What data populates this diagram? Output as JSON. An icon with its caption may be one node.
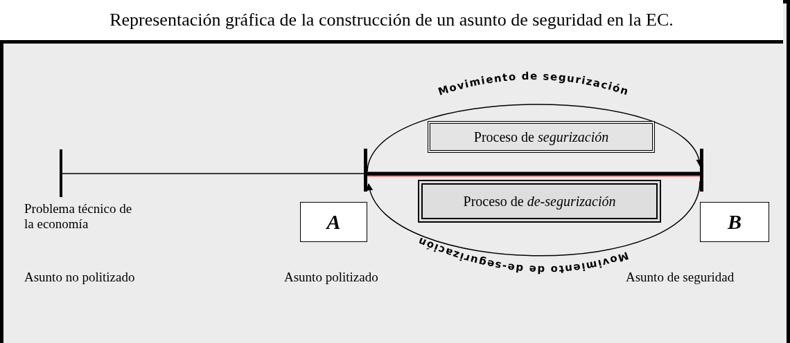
{
  "diagram": {
    "title": "Representación gráfica de la construcción de un asunto de seguridad en la EC.",
    "nodes": [
      {
        "text": [
          "Proceso de *segurización*"
        ]
      },
      {
        "text": [
          "Proceso de *de-segurización*"
        ]
      },
      {
        "text": [
          "A"
        ]
      },
      {
        "text": [
          "B"
        ]
      },
      {
        "text": [],
        "shape": "bar"
      },
      {
        "text": [],
        "shape": "bar"
      },
      {
        "text": [],
        "shape": "bar"
      }
    ],
    "edges": [
      {
        "from": 5,
        "to": 6,
        "arrow": "to",
        "label": "Movimiento de segurización"
      },
      {
        "from": 6,
        "to": 5,
        "arrow": "to",
        "label": "Movimiento de de-segurización"
      },
      {
        "from": 4,
        "to": 5,
        "arrow": "none"
      },
      {
        "from": 5,
        "to": 6,
        "arrow": "none",
        "style": "thick"
      }
    ],
    "labels": [
      "Problema técnico de la economía",
      "Asunto no politizado",
      "Asunto politizado",
      "Asunto de seguridad"
    ]
  }
}
